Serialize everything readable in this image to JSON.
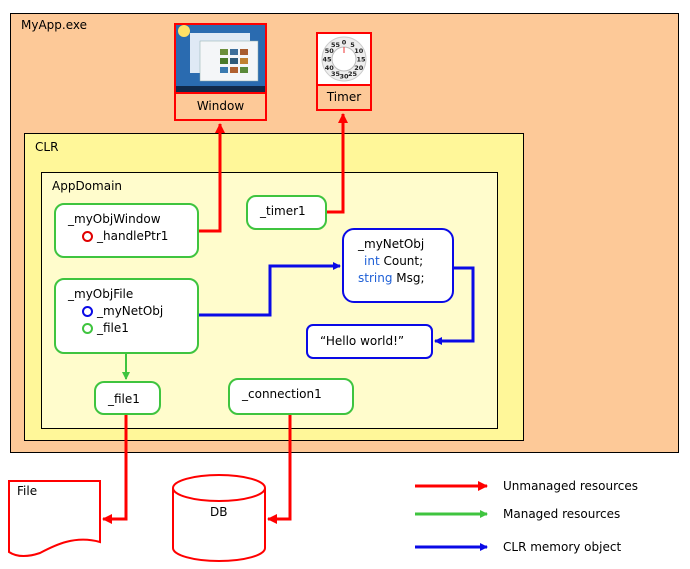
{
  "process": {
    "label": "MyApp.exe"
  },
  "clr": {
    "label": "CLR"
  },
  "appdomain": {
    "label": "AppDomain"
  },
  "resources": {
    "window": {
      "label": "Window",
      "icon": "windows-desktop-screenshot"
    },
    "timer": {
      "label": "Timer",
      "icon": "kitchen-timer-dial",
      "dial_numbers": [
        "0",
        "5",
        "10",
        "15",
        "20",
        "25",
        "30",
        "35",
        "40",
        "45",
        "50",
        "55"
      ]
    },
    "file": {
      "label": "File"
    },
    "db": {
      "label": "DB"
    }
  },
  "objects": {
    "my_obj_window": {
      "name": "_myObjWindow",
      "fields": [
        {
          "name": "_handlePtr1",
          "ref_color": "#e00000"
        }
      ]
    },
    "timer1": {
      "name": "_timer1"
    },
    "my_obj_file": {
      "name": "_myObjFile",
      "fields": [
        {
          "name": "_myNetObj",
          "ref_color": "#0a0ae6"
        },
        {
          "name": "_file1",
          "ref_color": "#3fc43f"
        }
      ]
    },
    "my_net_obj": {
      "name": "_myNetObj",
      "members": [
        {
          "type": "int",
          "name": "Count;"
        },
        {
          "type": "string",
          "name": "Msg;"
        }
      ]
    },
    "hello": {
      "text": "“Hello world!”"
    },
    "file1": {
      "name": "_file1"
    },
    "connection1": {
      "name": "_connection1"
    }
  },
  "legend": [
    {
      "label": "Unmanaged resources",
      "color": "#ff0000"
    },
    {
      "label": "Managed resources",
      "color": "#3fc43f"
    },
    {
      "label": "CLR memory object",
      "color": "#0a0ae6"
    }
  ],
  "colors": {
    "unmanaged": "#ff0000",
    "managed": "#3fc43f",
    "clr_memory": "#0a0ae6",
    "process_bg": "#fdc998",
    "clr_bg": "#fff799",
    "appdomain_bg": "#fffccc"
  }
}
